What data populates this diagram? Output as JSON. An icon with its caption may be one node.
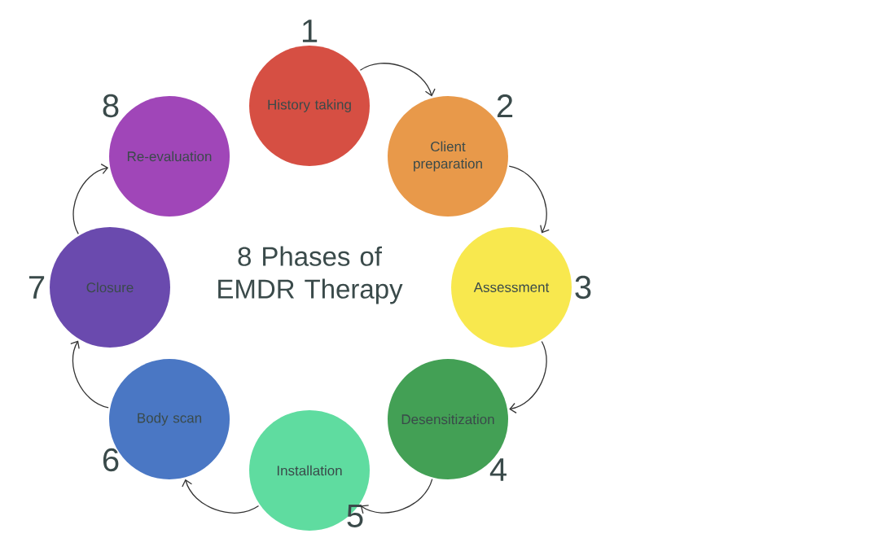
{
  "diagram": {
    "title": "8 Phases of EMDR Therapy",
    "nodes": [
      {
        "text": [
          "History taking"
        ],
        "beside": [
          "1"
        ]
      },
      {
        "text": [
          "Client preparation"
        ],
        "beside": [
          "2"
        ]
      },
      {
        "text": [
          "Assessment"
        ],
        "beside": [
          "3"
        ]
      },
      {
        "text": [
          "Desensitization"
        ],
        "beside": [
          "4"
        ]
      },
      {
        "text": [
          "Installation"
        ],
        "beside": [
          "5"
        ]
      },
      {
        "text": [
          "Body scan"
        ],
        "beside": [
          "6"
        ]
      },
      {
        "text": [
          "Closure"
        ],
        "beside": [
          "7"
        ]
      },
      {
        "text": [
          "Re-evaluation"
        ],
        "beside": [
          "8"
        ]
      }
    ],
    "edges": [
      {
        "from": 0,
        "to": 1,
        "arrow": "to"
      },
      {
        "from": 1,
        "to": 2,
        "arrow": "to"
      },
      {
        "from": 2,
        "to": 3,
        "arrow": "to"
      },
      {
        "from": 3,
        "to": 4,
        "arrow": "to"
      },
      {
        "from": 4,
        "to": 5,
        "arrow": "to"
      },
      {
        "from": 5,
        "to": 6,
        "arrow": "to"
      },
      {
        "from": 6,
        "to": 7,
        "arrow": "to"
      }
    ]
  }
}
